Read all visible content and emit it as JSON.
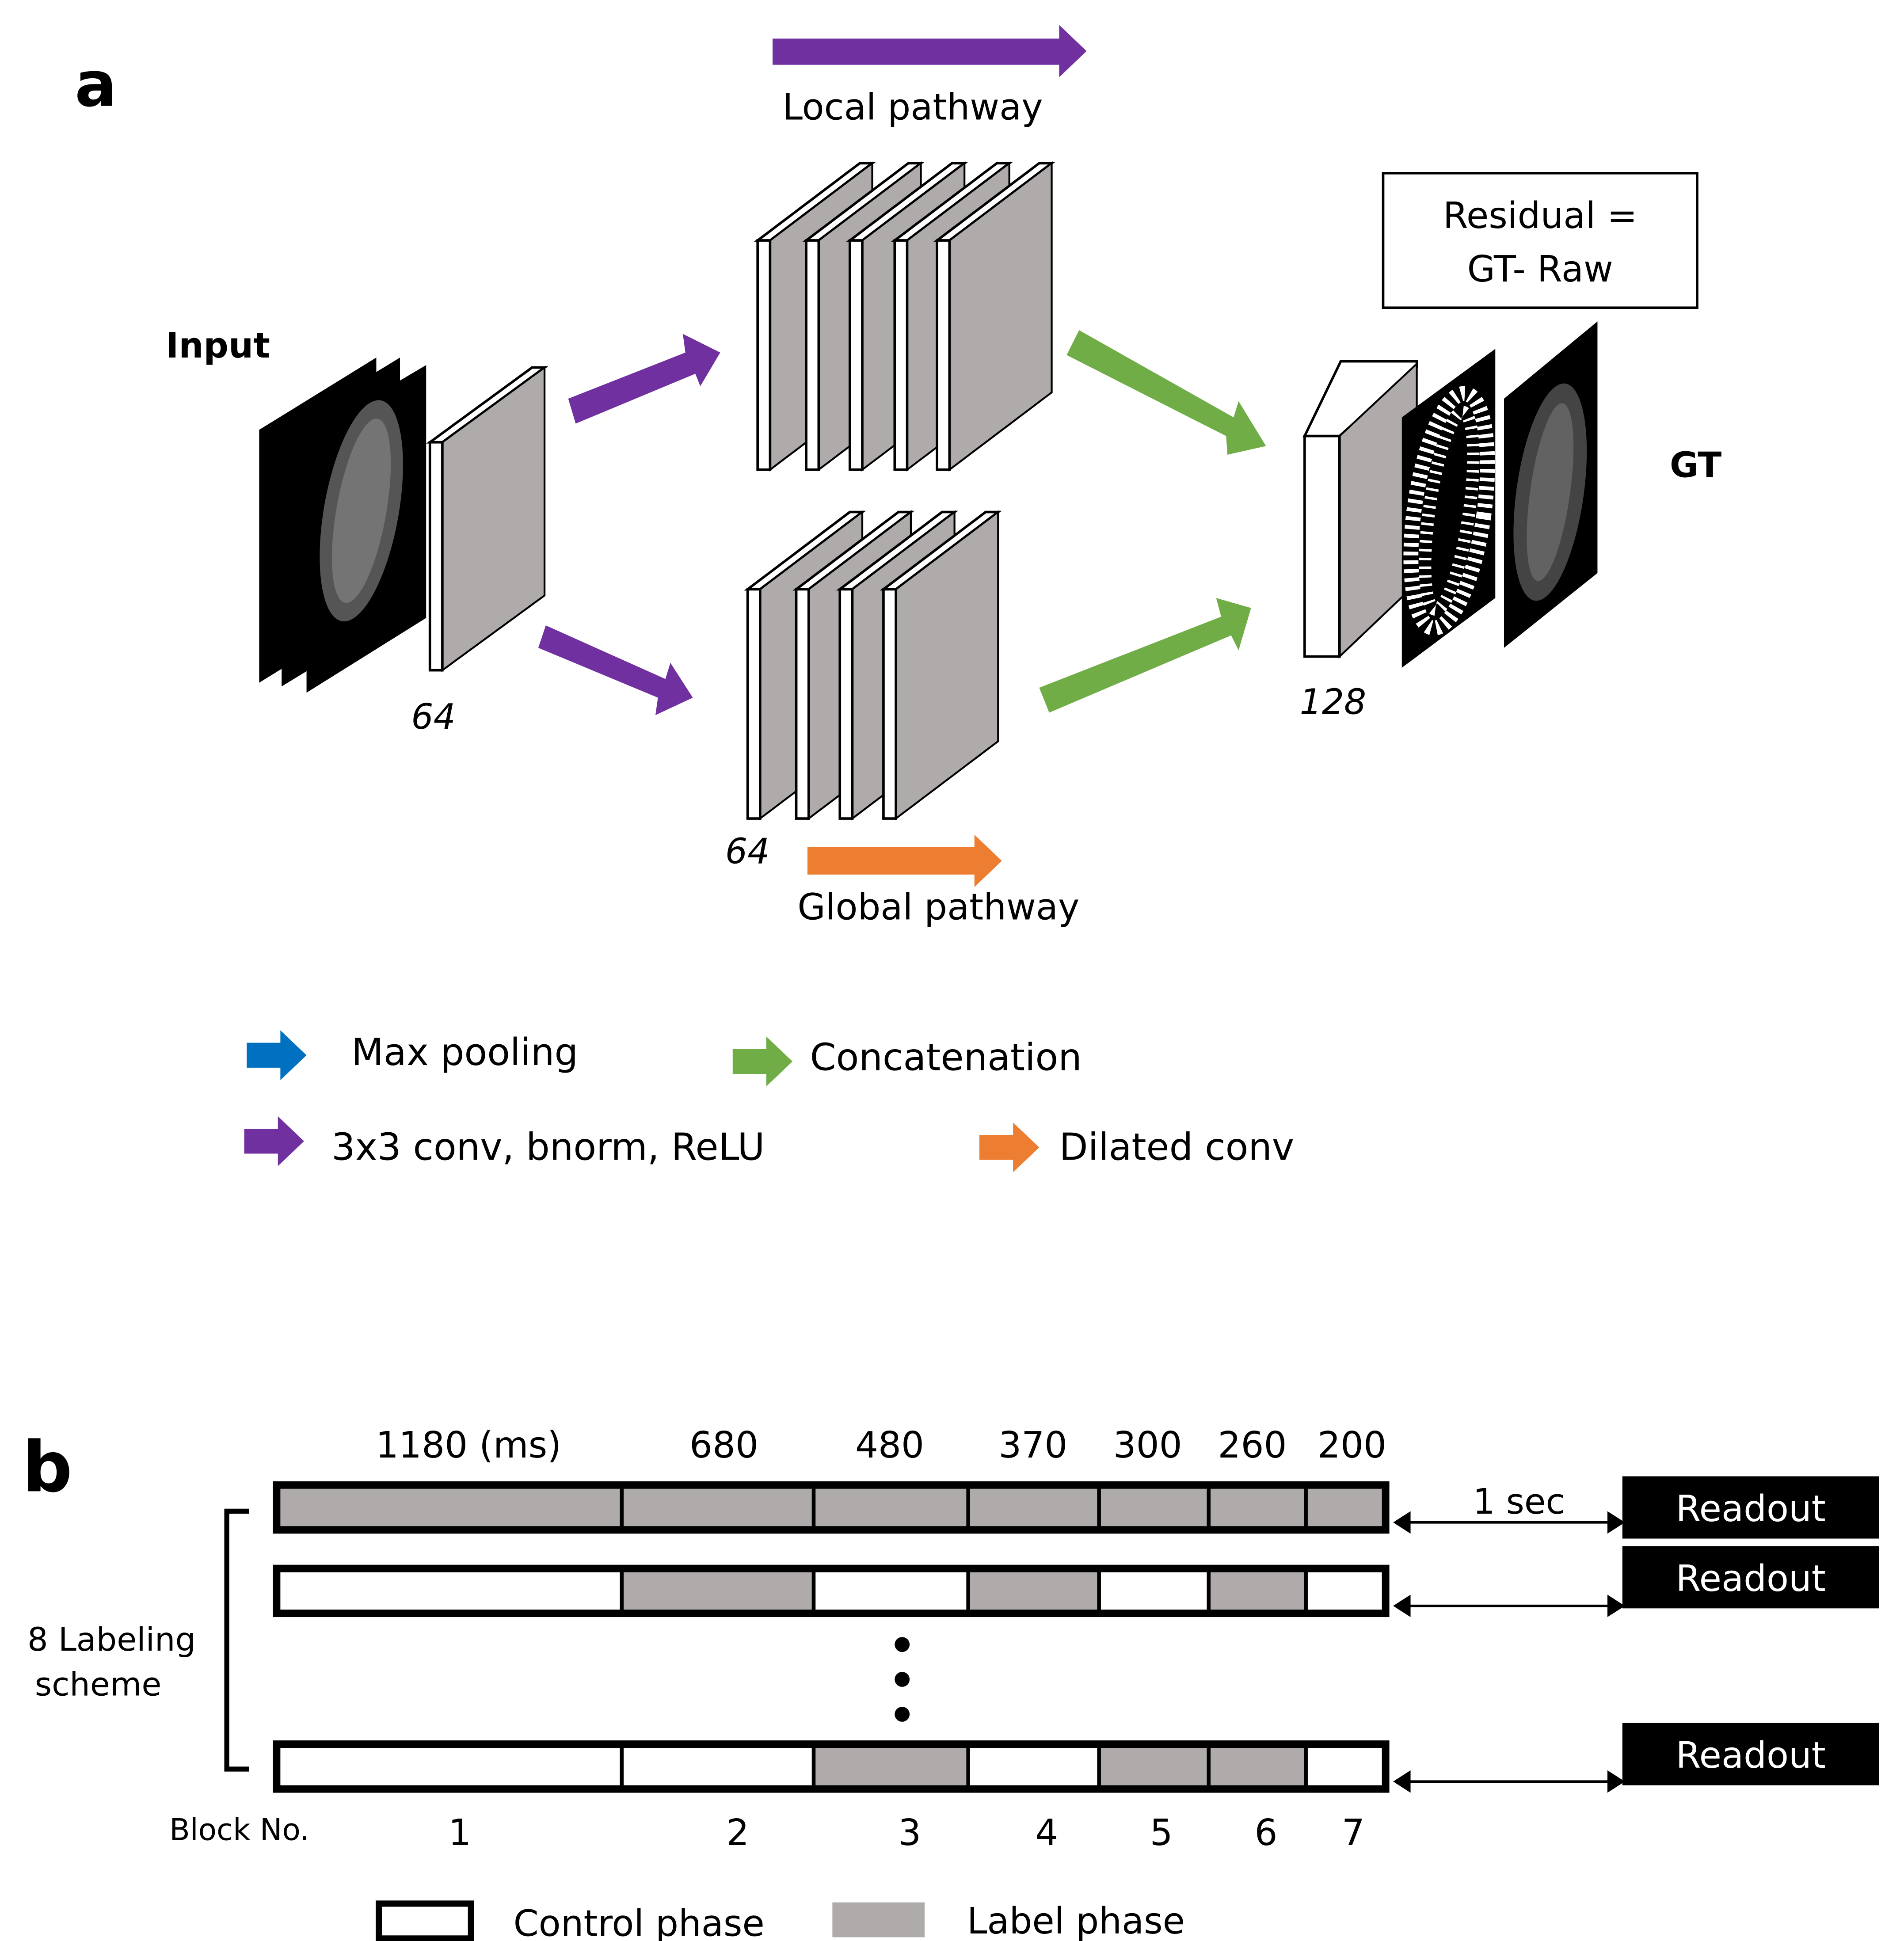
{
  "panel_a": {
    "label": "a",
    "input_label": "Input",
    "gt_label": "GT",
    "residual_box": {
      "line1": "Residual =",
      "line2": "GT- Raw"
    },
    "local_pathway_label": "Local pathway",
    "global_pathway_label": "Global pathway",
    "channels": {
      "first": "64",
      "global": "64",
      "concat": "128"
    },
    "legend": [
      {
        "label": "Max pooling",
        "color": "#0070C0"
      },
      {
        "label": "Concatenation",
        "color": "#70AD47"
      },
      {
        "label": "3x3 conv, bnorm, ReLU",
        "color": "#7030A0"
      },
      {
        "label": "Dilated conv",
        "color": "#ED7D31"
      }
    ],
    "colors": {
      "conv": "#7030A0",
      "concat": "#70AD47",
      "dilated": "#ED7D31",
      "pool": "#0070C0",
      "layer": "#AFABAB"
    }
  },
  "panel_b": {
    "label": "b",
    "durations": [
      "1180 (ms)",
      "680",
      "480",
      "370",
      "300",
      "260",
      "200"
    ],
    "block_label": "Block No.",
    "block_numbers": [
      "1",
      "2",
      "3",
      "4",
      "5",
      "6",
      "7"
    ],
    "side_label": {
      "line1": "8 Labeling",
      "line2": "scheme"
    },
    "interval_label": "1 sec",
    "readout_label": "Readout",
    "rows": [
      {
        "phases": [
          "label",
          "label",
          "label",
          "label",
          "label",
          "label",
          "label"
        ]
      },
      {
        "phases": [
          "control",
          "label",
          "control",
          "label",
          "control",
          "label",
          "control"
        ]
      },
      {
        "phases": [
          "control",
          "control",
          "label",
          "control",
          "label",
          "label",
          "control"
        ]
      }
    ],
    "legend": {
      "control": "Control phase",
      "label": "Label phase"
    },
    "colors": {
      "label": "#AFABAB",
      "control": "#FFFFFF"
    }
  }
}
